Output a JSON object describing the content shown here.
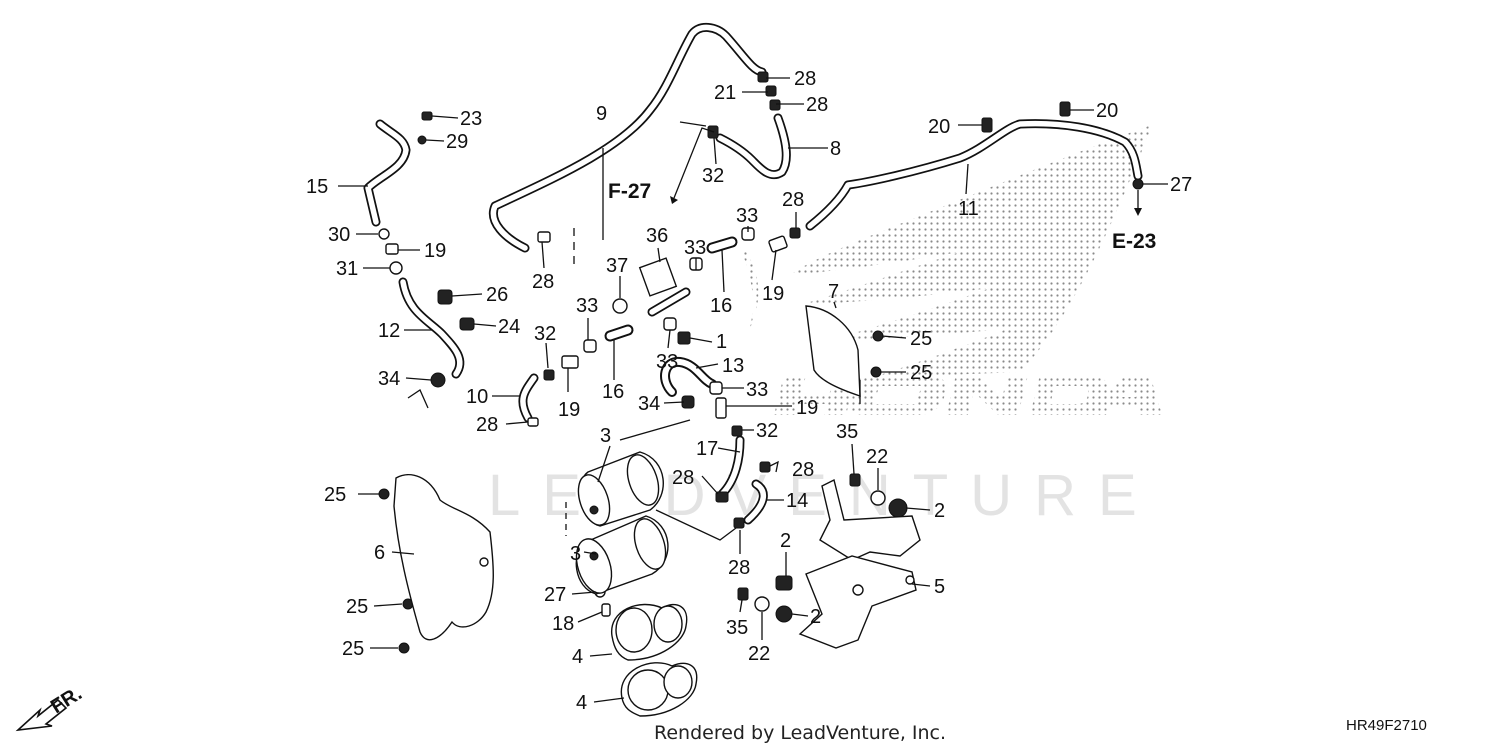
{
  "footer": {
    "rendered_by": "Rendered by LeadVenture, Inc.",
    "diagram_code": "HR49F2710"
  },
  "watermark": {
    "brand": "HONDA",
    "text": "LEADVENTURE"
  },
  "direction_marker": "FR.",
  "references": [
    "F-27",
    "E-23"
  ],
  "callouts": [
    "1",
    "2",
    "2",
    "2",
    "3",
    "3",
    "4",
    "4",
    "5",
    "6",
    "7",
    "8",
    "9",
    "10",
    "11",
    "12",
    "13",
    "14",
    "15",
    "16",
    "16",
    "17",
    "18",
    "19",
    "19",
    "19",
    "19",
    "20",
    "20",
    "21",
    "22",
    "22",
    "23",
    "24",
    "25",
    "25",
    "25",
    "25",
    "25",
    "26",
    "27",
    "27",
    "28",
    "28",
    "28",
    "28",
    "28",
    "28",
    "28",
    "28",
    "29",
    "30",
    "31",
    "32",
    "32",
    "32",
    "33",
    "33",
    "33",
    "33",
    "33",
    "34",
    "34",
    "35",
    "35",
    "36",
    "37"
  ]
}
